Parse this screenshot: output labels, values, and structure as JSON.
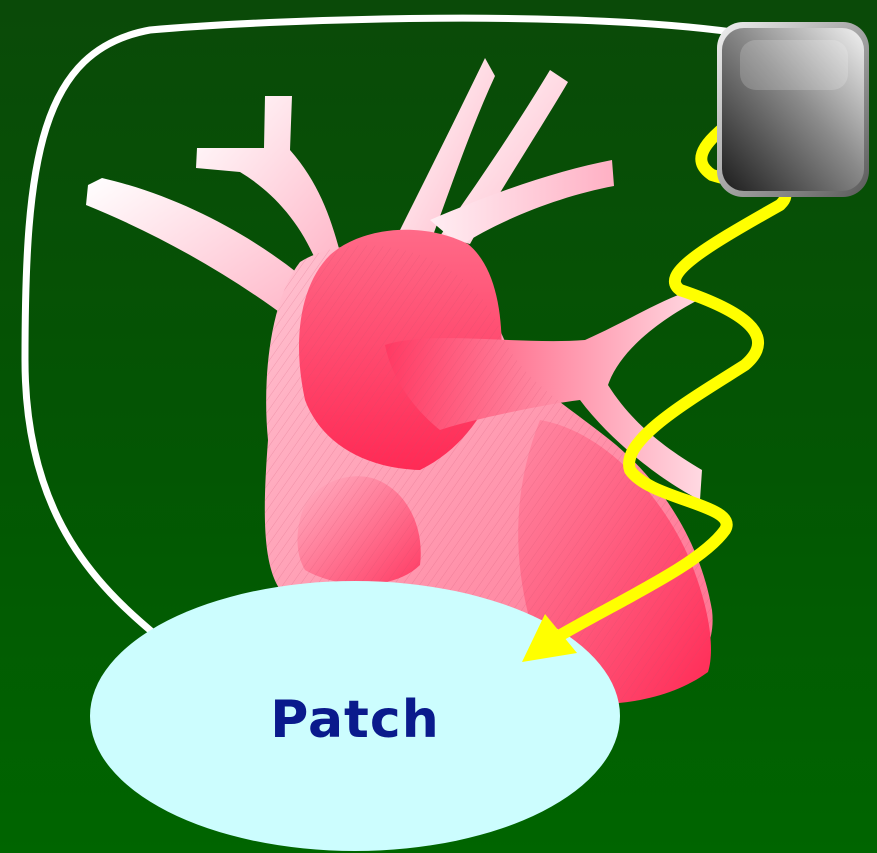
{
  "patch": {
    "label": "Patch",
    "fill": "#ccfdfe"
  },
  "colors": {
    "background": "#035603",
    "heart": "#ff2f5a",
    "vessel_light": "#ffd0dc",
    "stimulus_wave": "#ffff00",
    "lead_wire": "#ffffff",
    "device_dark": "#2b2b2b",
    "device_light": "#e6e6e6"
  },
  "icons": {
    "heart": "heart-illustration",
    "device": "pacemaker-device-icon",
    "wave": "zigzag-arrow-icon",
    "wire": "lead-wire"
  }
}
